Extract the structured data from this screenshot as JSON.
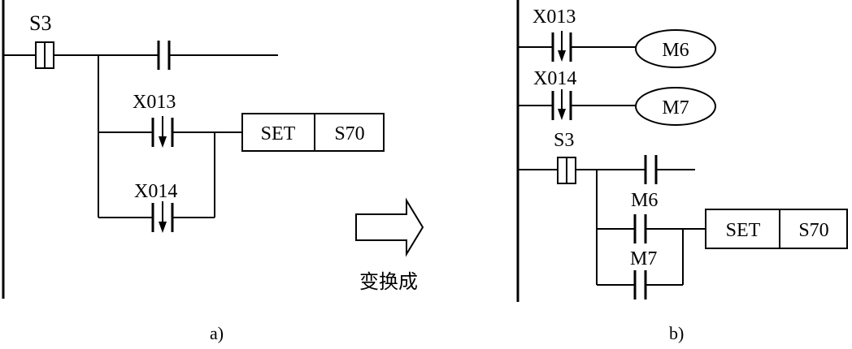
{
  "diagram_a": {
    "caption": "a)",
    "step_label": "S3",
    "contacts": [
      "X013",
      "X014"
    ],
    "instruction": "SET",
    "operand": "S70"
  },
  "transform": {
    "label": "变换成"
  },
  "diagram_b": {
    "caption": "b)",
    "pulse_rungs": [
      {
        "contact": "X013",
        "coil": "M6"
      },
      {
        "contact": "X014",
        "coil": "M7"
      }
    ],
    "step_label": "S3",
    "contacts": [
      "M6",
      "M7"
    ],
    "instruction": "SET",
    "operand": "S70"
  }
}
